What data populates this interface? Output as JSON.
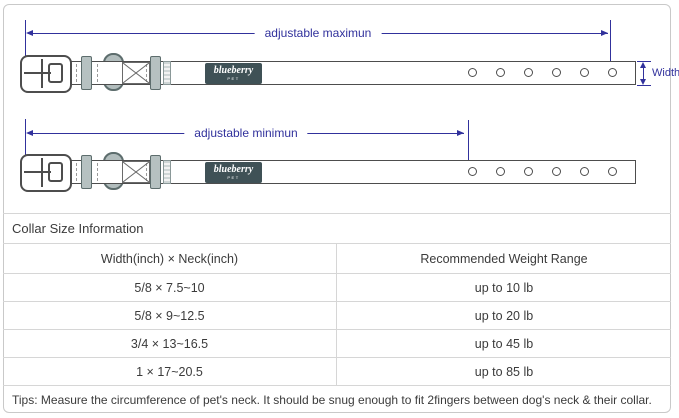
{
  "colors": {
    "dimension_navy": "#31319c",
    "patch_slate": "#3f5156",
    "keeper_gray": "#b6c1c1",
    "table_border": "#d6d6d6",
    "text_gray": "#3b3b3b"
  },
  "diagram": {
    "max_label": "adjustable maximun",
    "min_label": "adjustable minimun",
    "width_label": "Width",
    "brand": "blueberry",
    "brand_sub": "PET",
    "holes_per_collar": 6
  },
  "table": {
    "title": "Collar Size Information",
    "columns": [
      "Width(inch) × Neck(inch)",
      "Recommended Weight Range"
    ],
    "rows": [
      {
        "size": "5/8 × 7.5~10",
        "weight": "up to 10 lb"
      },
      {
        "size": "5/8 × 9~12.5",
        "weight": "up to 20 lb"
      },
      {
        "size": "3/4 × 13~16.5",
        "weight": "up to 45 lb"
      },
      {
        "size": "1 × 17~20.5",
        "weight": "up to 85 lb"
      }
    ],
    "tips": "Tips: Measure the circumference of pet's neck. It should be snug enough to fit 2fingers between dog's neck & their collar."
  }
}
